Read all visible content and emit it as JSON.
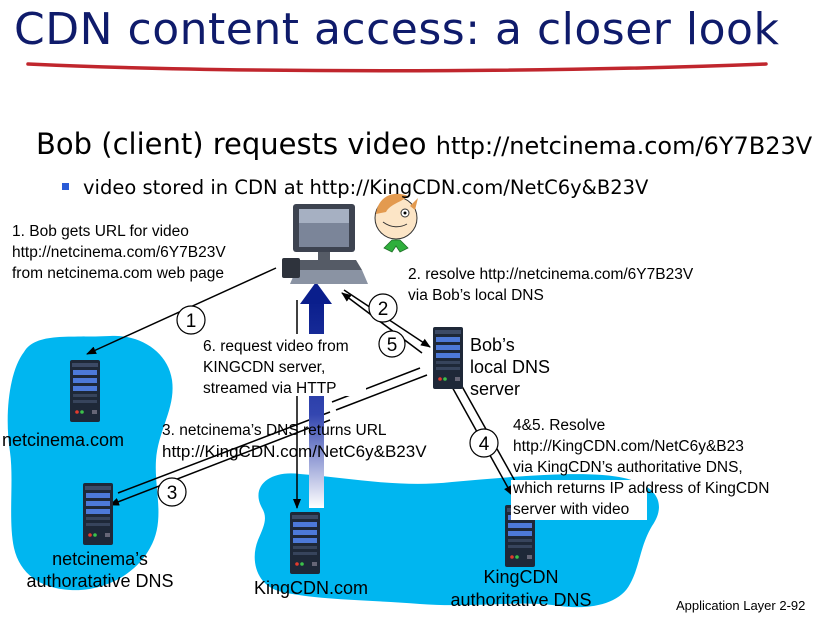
{
  "title": "CDN content access: a closer look",
  "subtitle": {
    "text": "Bob (client) requests video",
    "url": "http://netcinema.com/6Y7B23V"
  },
  "bullet": "video stored in CDN at http://KingCDN.com/NetC6y&B23V",
  "steps": {
    "step1": [
      "1. Bob gets URL for video",
      "http://netcinema.com/6Y7B23V",
      "from netcinema.com web page"
    ],
    "step2": [
      "2. resolve http://netcinema.com/6Y7B23V",
      "via Bob’s local DNS"
    ],
    "step3": [
      "3. netcinema’s DNS returns URL",
      "http://KingCDN.com/NetC6y&B23V"
    ],
    "step45": [
      "4&5. Resolve",
      "http://KingCDN.com/NetC6y&B23",
      "via KingCDN’s authoritative DNS,",
      "which returns IP address of KingCDN",
      "server  with video"
    ],
    "step6": [
      "6. request video from",
      "KINGCDN server,",
      "streamed via HTTP"
    ]
  },
  "nodes": {
    "netcinema": "netcinema.com",
    "netcinema_dns": [
      "netcinema’s",
      "authoratative DNS"
    ],
    "local_dns": [
      "Bob’s",
      "local DNS",
      "server"
    ],
    "kingcdn": "KingCDN.com",
    "kingcdn_dns": [
      "KingCDN",
      "authoritative DNS"
    ]
  },
  "badges": [
    "1",
    "2",
    "3",
    "4",
    "5"
  ],
  "footer": "Application Layer 2-92",
  "colors": {
    "title": "#0f1b6b",
    "underline": "#c0262d",
    "cloud": "#00b6f0",
    "server": "#1e2838",
    "arrow_stream": "#0a1e8c",
    "bullet": "#2a5bd7"
  },
  "icons": [
    "client-computer-icon",
    "bob-avatar-icon",
    "server-icon"
  ]
}
